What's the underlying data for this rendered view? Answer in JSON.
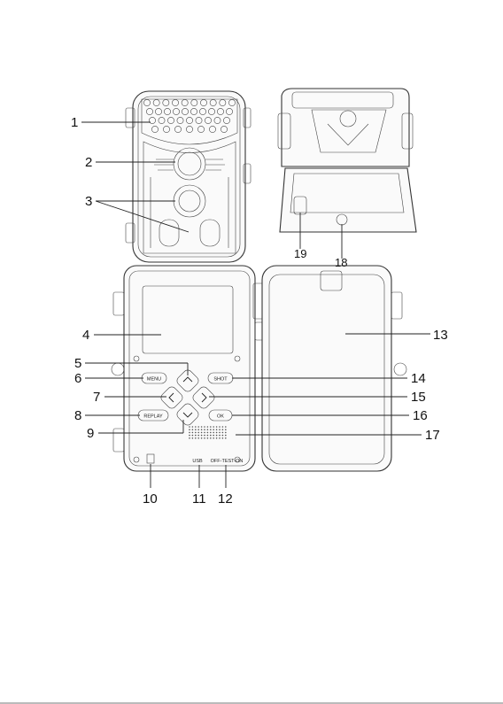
{
  "callouts": [
    {
      "id": "1",
      "label": "1"
    },
    {
      "id": "2",
      "label": "2"
    },
    {
      "id": "3",
      "label": "3"
    },
    {
      "id": "4",
      "label": "4"
    },
    {
      "id": "5",
      "label": "5"
    },
    {
      "id": "6",
      "label": "6"
    },
    {
      "id": "7",
      "label": "7"
    },
    {
      "id": "8",
      "label": "8"
    },
    {
      "id": "9",
      "label": "9"
    },
    {
      "id": "10",
      "label": "10"
    },
    {
      "id": "11",
      "label": "11"
    },
    {
      "id": "12",
      "label": "12"
    },
    {
      "id": "13",
      "label": "13"
    },
    {
      "id": "14",
      "label": "14"
    },
    {
      "id": "15",
      "label": "15"
    },
    {
      "id": "16",
      "label": "16"
    },
    {
      "id": "17",
      "label": "17"
    },
    {
      "id": "18",
      "label": "18"
    },
    {
      "id": "19",
      "label": "19"
    }
  ],
  "buttons": {
    "menu": "MENU",
    "replay": "REPLAY",
    "shot": "SHOT",
    "ok": "OK"
  },
  "ports": {
    "usb": "USB",
    "switch": "OFF-TEST-ON"
  }
}
